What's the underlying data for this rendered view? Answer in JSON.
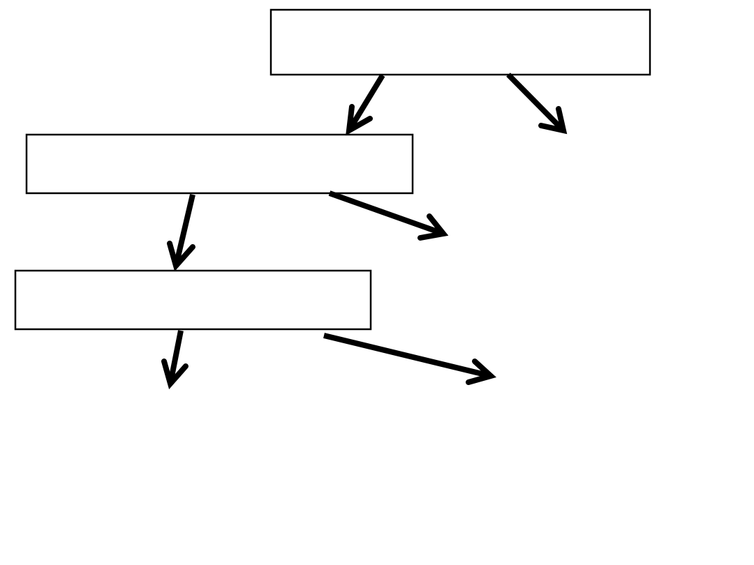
{
  "diagram": {
    "colors": {
      "background": "#ffffff",
      "box_stroke": "#000000",
      "arrow": "#000000"
    },
    "boxes": [
      {
        "id": "box-top",
        "label": ""
      },
      {
        "id": "box-middle",
        "label": ""
      },
      {
        "id": "box-bottom",
        "label": ""
      }
    ],
    "arrows": [
      {
        "from": "box-top",
        "to": "box-middle"
      },
      {
        "from": "box-top",
        "to": ""
      },
      {
        "from": "box-middle",
        "to": "box-bottom"
      },
      {
        "from": "box-middle",
        "to": ""
      },
      {
        "from": "box-bottom",
        "to": ""
      },
      {
        "from": "box-bottom",
        "to": ""
      }
    ]
  }
}
